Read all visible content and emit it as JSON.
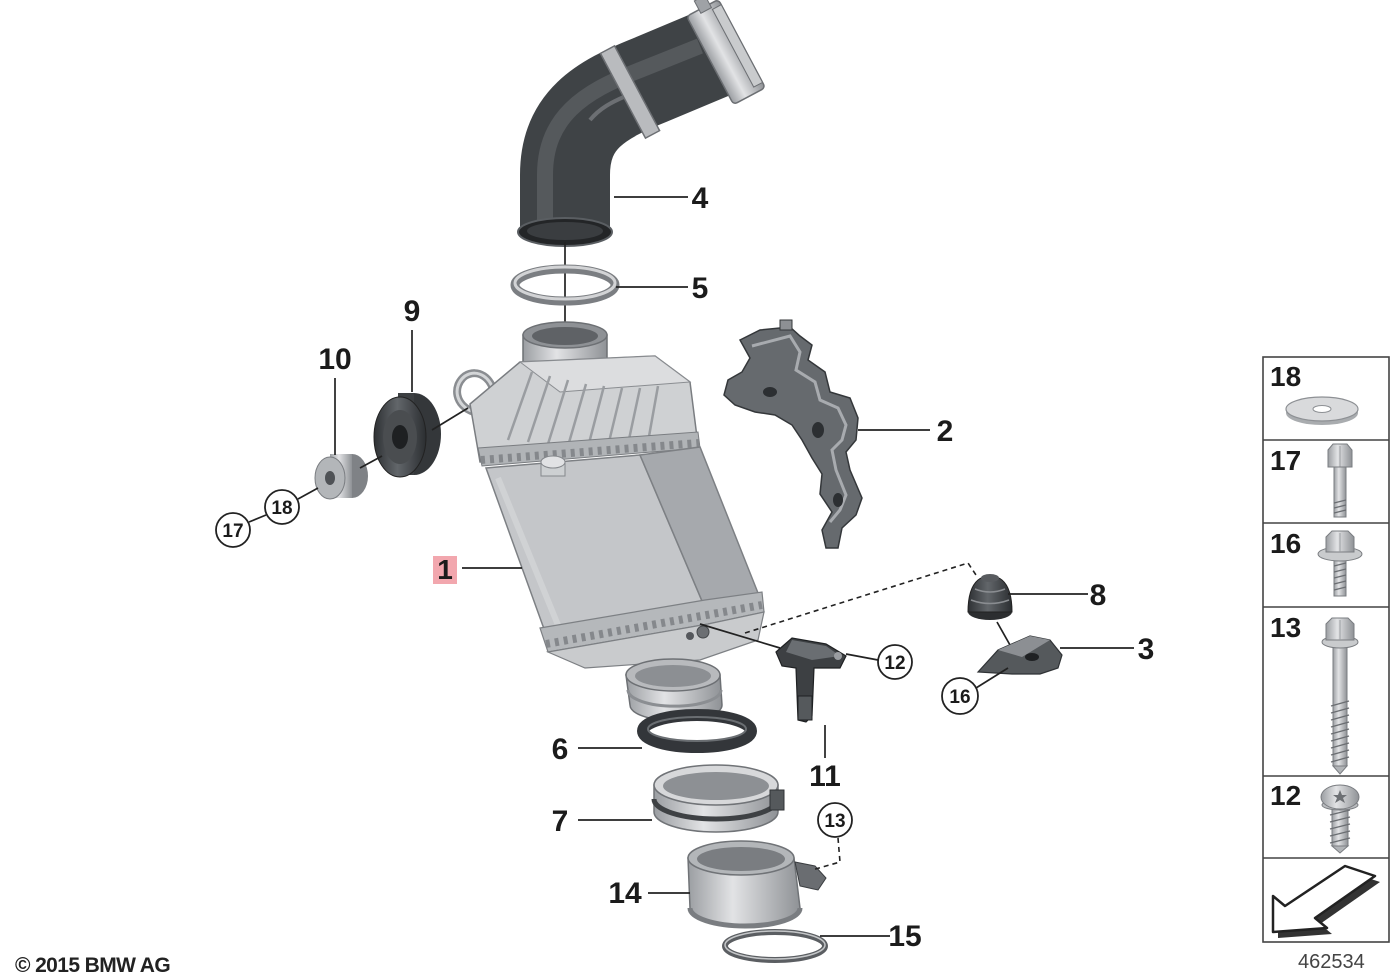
{
  "callouts": [
    {
      "label": "1",
      "highlighted": true
    },
    {
      "label": "2"
    },
    {
      "label": "3"
    },
    {
      "label": "4"
    },
    {
      "label": "5"
    },
    {
      "label": "6"
    },
    {
      "label": "7"
    },
    {
      "label": "8"
    },
    {
      "label": "9"
    },
    {
      "label": "10"
    },
    {
      "label": "11"
    },
    {
      "label": "12",
      "circled": true
    },
    {
      "label": "13",
      "circled": true
    },
    {
      "label": "14"
    },
    {
      "label": "15"
    },
    {
      "label": "16",
      "circled": true
    },
    {
      "label": "17",
      "circled": true
    },
    {
      "label": "18",
      "circled": true
    }
  ],
  "legend": [
    {
      "label": "18",
      "icon": "washer-icon"
    },
    {
      "label": "17",
      "icon": "hex-bolt-icon"
    },
    {
      "label": "16",
      "icon": "flange-bolt-icon"
    },
    {
      "label": "13",
      "icon": "long-screw-icon"
    },
    {
      "label": "12",
      "icon": "round-head-screw-icon"
    },
    {
      "icon": "view-direction-arrow-icon"
    }
  ],
  "copyright": "© 2015 BMW AG",
  "diagram_number": "462534",
  "colors": {
    "highlight": "#f2a7ae"
  }
}
